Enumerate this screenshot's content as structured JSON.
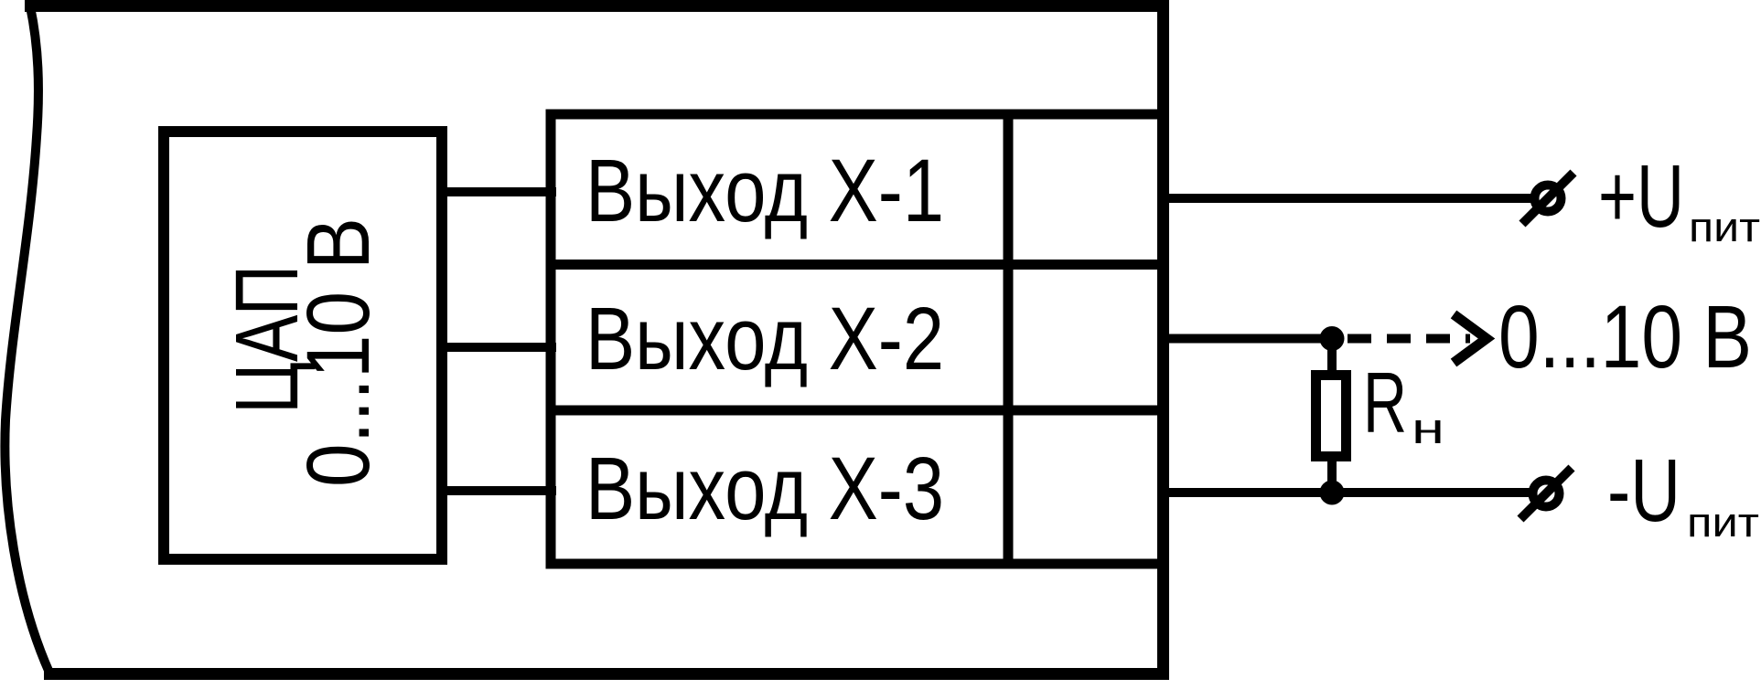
{
  "colors": {
    "ink": "#000000",
    "paper": "#ffffff"
  },
  "dac": {
    "name_label": "ЦАП",
    "range_label": "0...10 В"
  },
  "outputs": [
    {
      "label": "Выход Х-1"
    },
    {
      "label": "Выход Х-2"
    },
    {
      "label": "Выход Х-3"
    }
  ],
  "right_side": {
    "positive_terminal": {
      "main": "+U",
      "subscript": "пит"
    },
    "negative_terminal": {
      "main": "-U",
      "subscript": "пит"
    },
    "signal_range": "0...10 В",
    "load_resistor": {
      "main": "R",
      "subscript": "н"
    }
  }
}
